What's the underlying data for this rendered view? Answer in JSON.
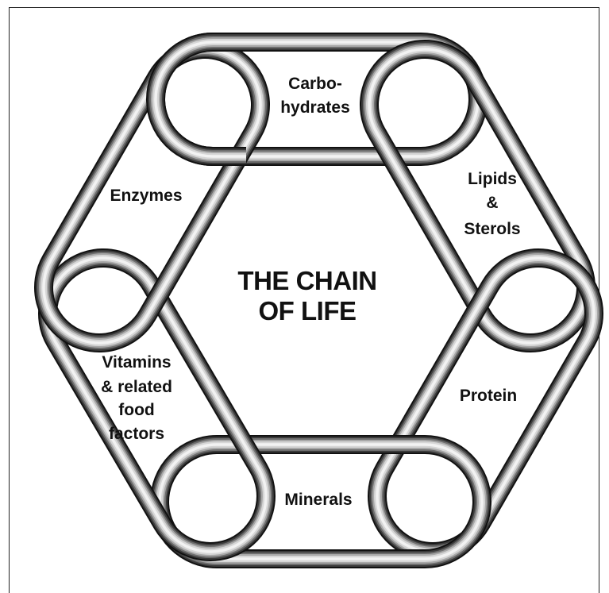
{
  "title_lines": [
    "THE CHAIN",
    "OF LIFE"
  ],
  "links": [
    {
      "id": "carbohydrates",
      "lines": [
        "Carbo-",
        "hydrates"
      ]
    },
    {
      "id": "lipids-sterols",
      "lines": [
        "Lipids",
        "&",
        "Sterols"
      ]
    },
    {
      "id": "protein",
      "lines": [
        "Protein"
      ]
    },
    {
      "id": "minerals",
      "lines": [
        "Minerals"
      ]
    },
    {
      "id": "vitamins",
      "lines": [
        "Vitamins",
        "& related",
        "food",
        "factors"
      ]
    },
    {
      "id": "enzymes",
      "lines": [
        "Enzymes"
      ]
    }
  ],
  "colors": {
    "chain_dark": "#111111",
    "chain_light": "#f2f2f2",
    "text": "#111111"
  }
}
